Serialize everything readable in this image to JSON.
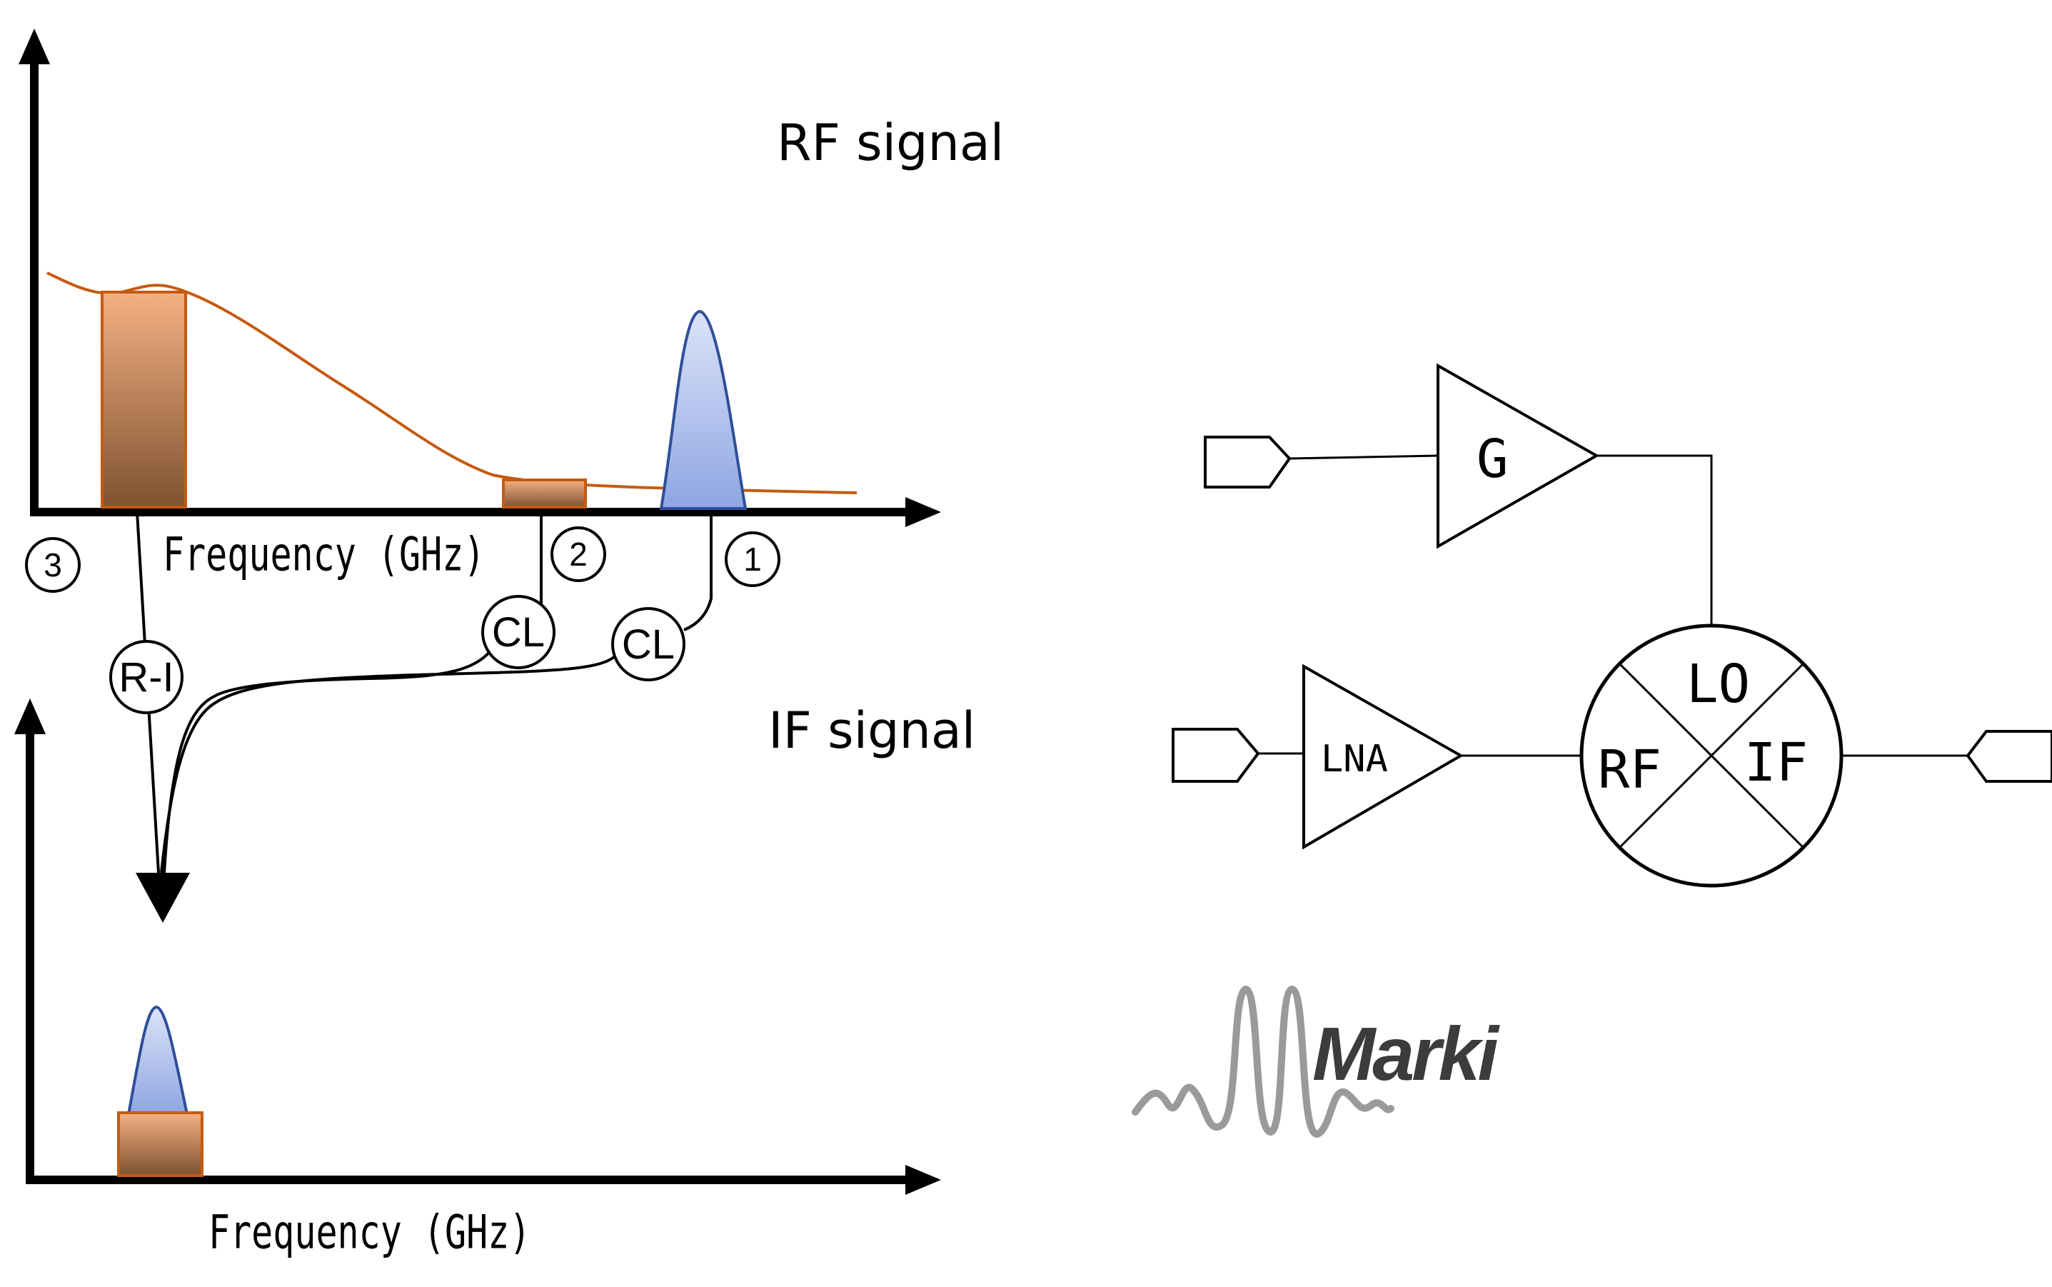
{
  "titles": {
    "rf_signal": "RF signal",
    "if_signal": "IF signal"
  },
  "axes": {
    "rf_xlabel": "Frequency (GHz)",
    "if_xlabel": "Frequency (GHz)"
  },
  "markers": {
    "m1": "1",
    "m2": "2",
    "m3": "3"
  },
  "paths": {
    "cl_a": "CL",
    "cl_b": "CL",
    "ri": "R-I"
  },
  "blocks": {
    "gain": "G",
    "lna": "LNA",
    "mixer_lo": "LO",
    "mixer_rf": "RF",
    "mixer_if": "IF"
  },
  "logo": {
    "text": "Marki"
  },
  "colors": {
    "orange_stroke": "#c55a11",
    "orange_fill_top": "#f4b183",
    "orange_fill_bottom": "#7f5230",
    "blue_stroke": "#2f4f99",
    "blue_fill_top": "#c9d5f2",
    "blue_fill_bottom": "#8fa6e3",
    "logo_grey": "#9a9a9a",
    "logo_text": "#3c3c3c"
  },
  "icons": {
    "rf_port": "input-port-icon",
    "lo_port": "input-port-icon",
    "if_port": "output-port-icon",
    "mixer": "mixer-icon",
    "amplifier": "amplifier-icon"
  }
}
